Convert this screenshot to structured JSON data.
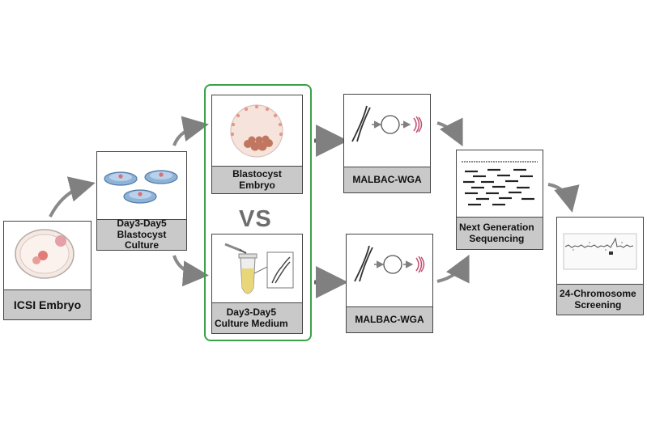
{
  "steps": {
    "icsi": "ICSI Embryo",
    "culture": "Day3-Day5\nBlastocyst Culture",
    "blastocyst": "Blastocyst Embryo",
    "medium": "Day3-Day5\nCulture Medium",
    "malbac_top": "MALBAC-WGA",
    "malbac_bottom": "MALBAC-WGA",
    "ngs": "Next Generation\nSequencing",
    "screening": "24-Chromosome\nScreening"
  },
  "vs_text": "VS",
  "colors": {
    "green_box": "#3aa14a",
    "label_bg": "#c9c9c9",
    "arrow": "#808080"
  }
}
